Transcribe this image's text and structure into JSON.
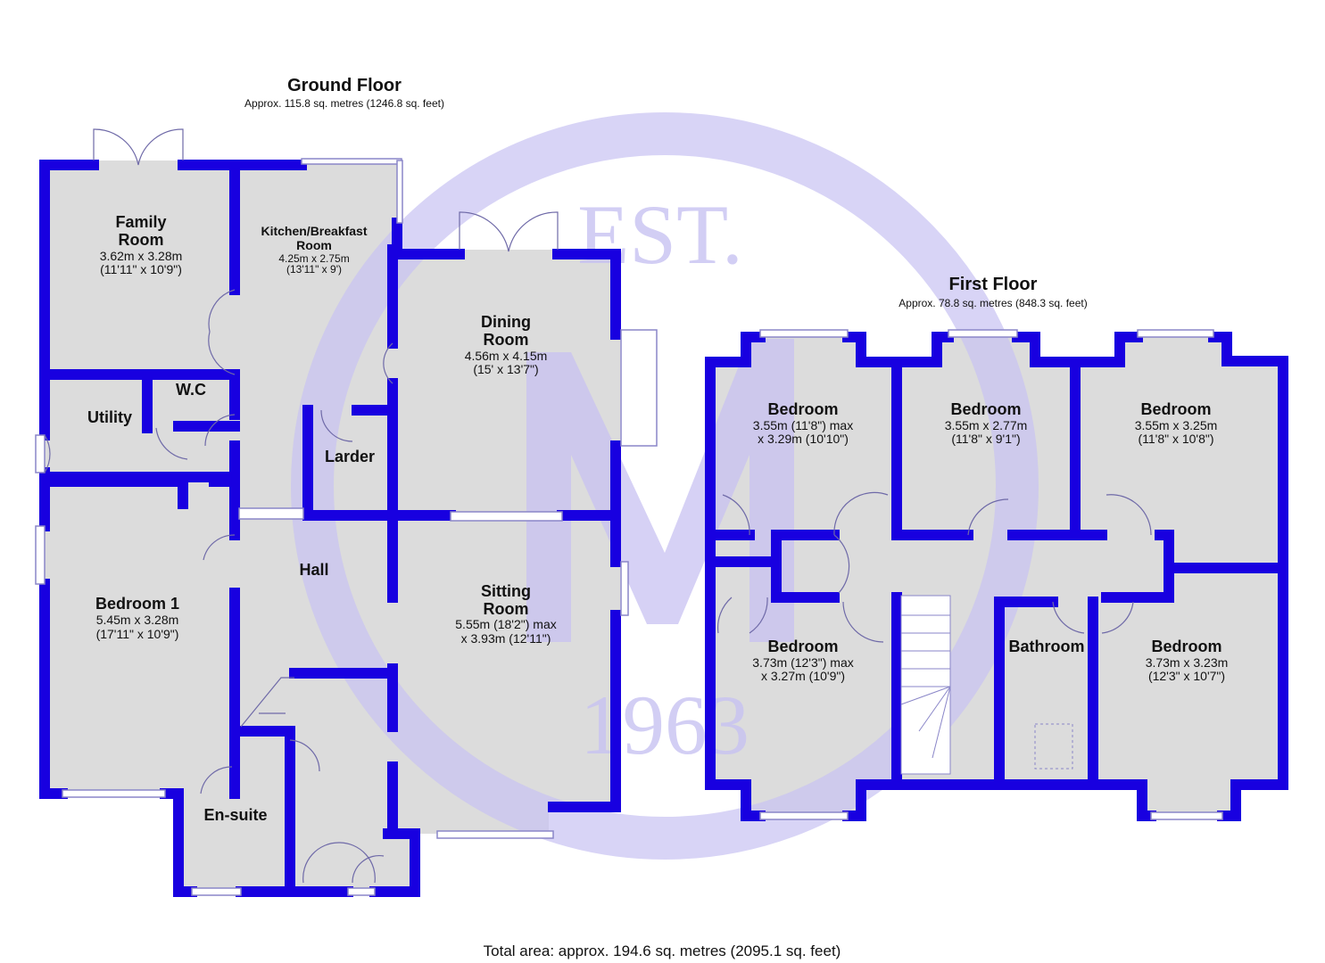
{
  "colors": {
    "wall": "#1800e0",
    "floor": "#dcdcdc",
    "watermark": "#c8c2f2"
  },
  "watermark": {
    "top": "EST.",
    "bottom": "1963",
    "letter": "M"
  },
  "ground_floor": {
    "title": "Ground Floor",
    "area": "Approx. 115.8 sq. metres (1246.8 sq. feet)",
    "rooms": [
      {
        "name": "Family",
        "name2": "Room",
        "dim": "3.62m x 3.28m",
        "dim_ft": "(11'11\" x 10'9\")"
      },
      {
        "name": "Kitchen/Breakfast",
        "name2": "Room",
        "dim": "4.25m x 2.75m",
        "dim_ft": "(13'11\" x 9')"
      },
      {
        "name": "Dining",
        "name2": "Room",
        "dim": "4.56m x 4.15m",
        "dim_ft": "(15' x 13'7\")"
      },
      {
        "name": "Utility"
      },
      {
        "name": "W.C"
      },
      {
        "name": "Larder"
      },
      {
        "name": "Hall"
      },
      {
        "name": "Bedroom 1",
        "dim": "5.45m x 3.28m",
        "dim_ft": "(17'11\" x 10'9\")"
      },
      {
        "name": "Sitting",
        "name2": "Room",
        "dim": "5.55m (18'2\") max",
        "dim_ft": "x 3.93m (12'11\")"
      },
      {
        "name": "En-suite"
      }
    ]
  },
  "first_floor": {
    "title": "First Floor",
    "area": "Approx. 78.8 sq. metres (848.3 sq. feet)",
    "rooms": [
      {
        "name": "Bedroom",
        "dim": "3.55m (11'8\") max",
        "dim_ft": "x 3.29m (10'10\")"
      },
      {
        "name": "Bedroom",
        "dim": "3.55m x 2.77m",
        "dim_ft": "(11'8\" x 9'1\")"
      },
      {
        "name": "Bedroom",
        "dim": "3.55m x 3.25m",
        "dim_ft": "(11'8\" x 10'8\")"
      },
      {
        "name": "Bedroom",
        "dim": "3.73m (12'3\") max",
        "dim_ft": "x 3.27m (10'9\")"
      },
      {
        "name": "Bathroom"
      },
      {
        "name": "Bedroom",
        "dim": "3.73m x 3.23m",
        "dim_ft": "(12'3\" x 10'7\")"
      }
    ]
  },
  "total_area": "Total area: approx. 194.6 sq. metres (2095.1 sq. feet)"
}
